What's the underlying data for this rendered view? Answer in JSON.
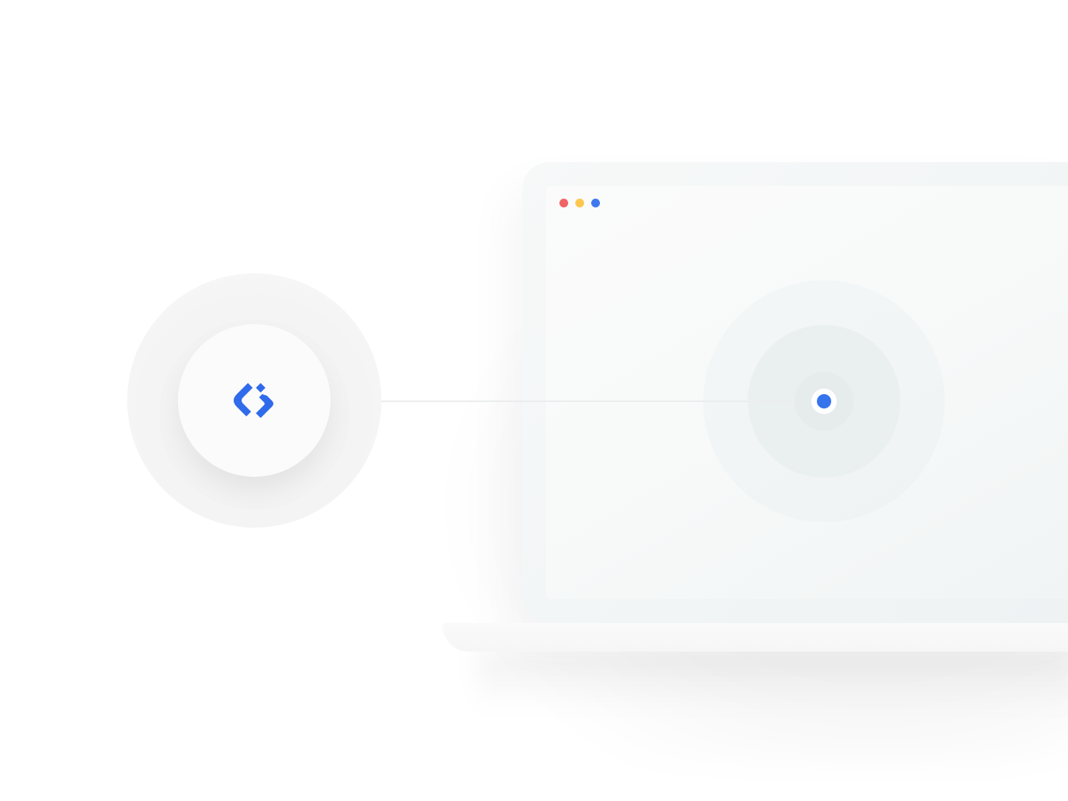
{
  "logo": {
    "icon": "brand-logo-icon",
    "brand_color": "#2f6bea"
  },
  "window_controls": [
    {
      "name": "close-dot",
      "color": "#ef6464"
    },
    {
      "name": "minimize-dot",
      "color": "#fdc64f"
    },
    {
      "name": "maximize-dot",
      "color": "#3f79ee"
    }
  ],
  "target": {
    "icon": "location-target-icon",
    "color": "#3574ec"
  },
  "colors": {
    "background": "#ffffff",
    "screen": "#f7f9f9",
    "connector": "#ebedee"
  }
}
